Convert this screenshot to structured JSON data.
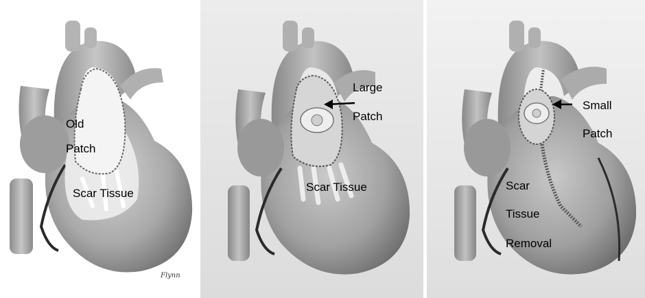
{
  "panels": [
    {
      "labels": [
        "Old",
        "Patch",
        "Scar Tissue"
      ],
      "signature": "Flynn"
    },
    {
      "labels": [
        "Large",
        "Patch",
        "Scar Tissue"
      ]
    },
    {
      "labels": [
        "Small",
        "Patch",
        "Scar",
        "Tissue",
        "Removal"
      ]
    }
  ],
  "colors": {
    "panel1_bg": "#ffffff",
    "panel2_bg": "#e6e6e6",
    "panel3_bg": "#e9e9e9",
    "heart": "#a9a9a9",
    "scar": "#f2f2f2"
  }
}
